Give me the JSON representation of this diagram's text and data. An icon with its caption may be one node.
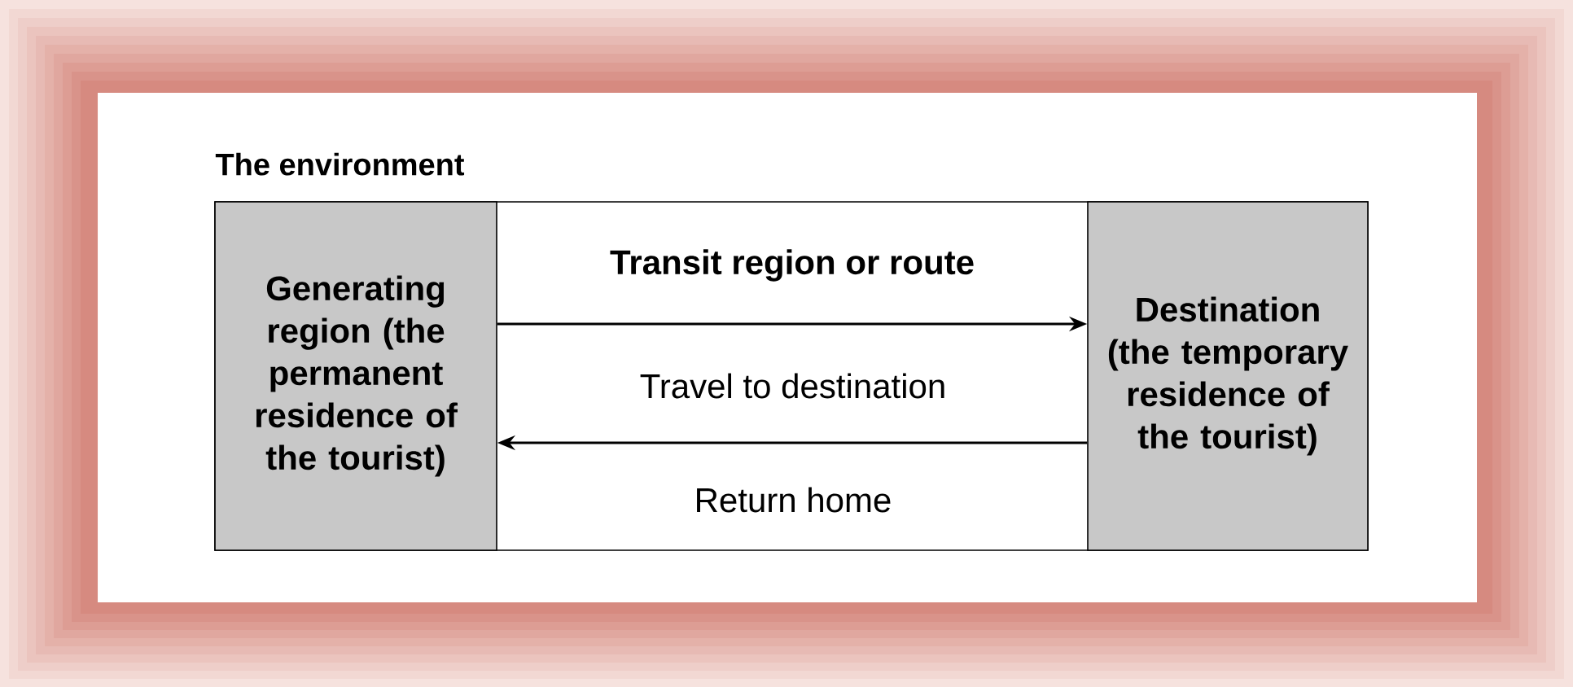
{
  "diagram": {
    "nodes": [
      {
        "text": [
          "The environment"
        ]
      },
      {
        "text": [
          "Generating region (the permanent residence of the tourist)"
        ],
        "in": 0
      },
      {
        "text": [
          "Transit region or route"
        ],
        "in": 0
      },
      {
        "text": [
          "Destination (the temporary residence of the tourist)"
        ],
        "in": 0
      }
    ],
    "edges": [
      {
        "from": 1,
        "to": 3,
        "arrow": "to",
        "label": "Travel to destination"
      },
      {
        "from": 3,
        "to": 1,
        "arrow": "to",
        "label": "Return home"
      }
    ]
  }
}
